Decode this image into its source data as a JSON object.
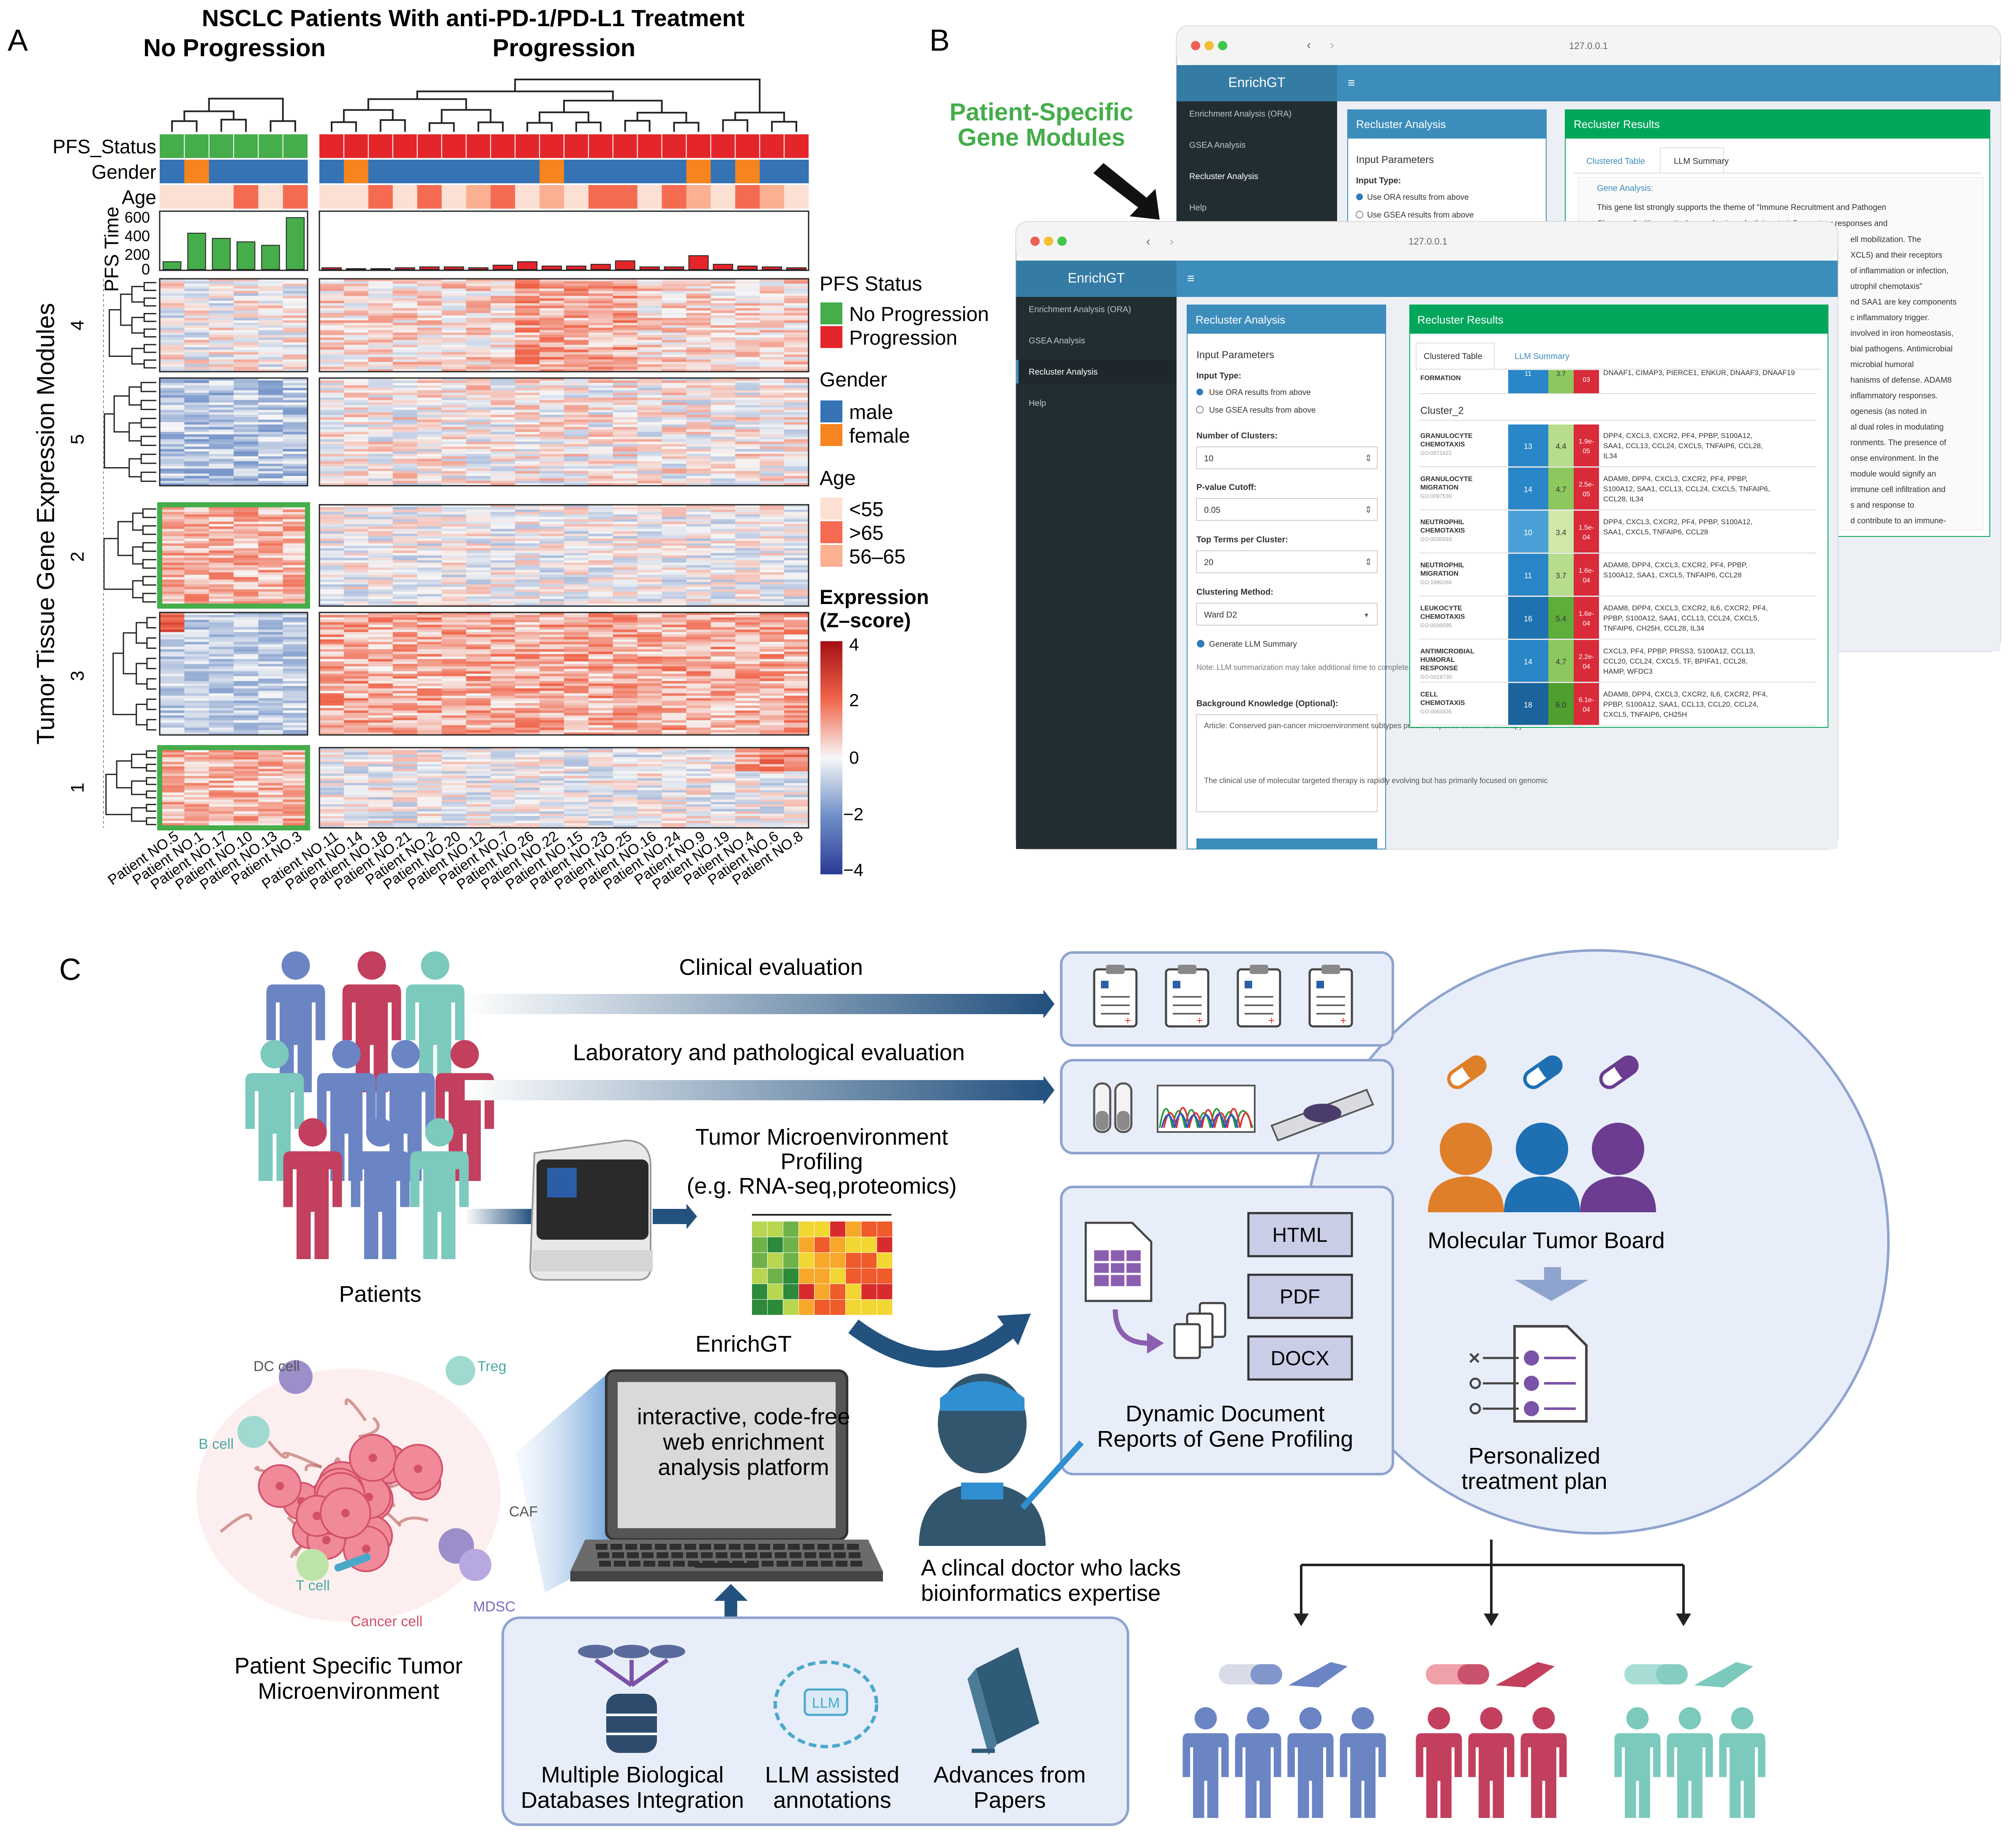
{
  "panel_labels": {
    "a": "A",
    "b": "B",
    "c": "C"
  },
  "panel_a": {
    "title": "NSCLC Patients With anti-PD-1/PD-L1 Treatment",
    "group_left": "No Progression",
    "group_right": "Progression",
    "track_labels": [
      "PFS_Status",
      "Gender",
      "Age"
    ],
    "pfs_time_label": "PFS Time",
    "pfs_ticks": [
      "600",
      "400",
      "200",
      "0"
    ],
    "y_axis_label": "Tumor Tissue Gene Expression Modules",
    "module_labels": [
      "4",
      "5",
      "2",
      "3",
      "1"
    ],
    "patients_left": [
      "Patient NO.5",
      "Patient NO.1",
      "Patient NO.17",
      "Patient NO.10",
      "Patient NO.13",
      "Patient NO.3"
    ],
    "patients_right": [
      "Patient NO.11",
      "Patient NO.14",
      "Patient NO.18",
      "Patient NO.21",
      "Patient NO.2",
      "Patient NO.20",
      "Patient NO.12",
      "Patient NO.7",
      "Patient NO.26",
      "Patient NO.22",
      "Patient NO.15",
      "Patient NO.23",
      "Patient NO.25",
      "Patient NO.16",
      "Patient NO.24",
      "Patient NO.9",
      "Patient NO.19",
      "Patient NO.4",
      "Patient NO.6",
      "Patient NO.8"
    ],
    "pfs_values_left": [
      90,
      420,
      360,
      320,
      280,
      600
    ],
    "pfs_values_right": [
      20,
      10,
      10,
      20,
      30,
      30,
      20,
      50,
      90,
      40,
      40,
      60,
      100,
      30,
      30,
      160,
      60,
      40,
      30,
      20
    ],
    "legend": {
      "pfs_title": "PFS Status",
      "pfs_items": [
        {
          "label": "No Progression",
          "color": "#45ad4a"
        },
        {
          "label": "Progression",
          "color": "#e4262b"
        }
      ],
      "gender_title": "Gender",
      "gender_items": [
        {
          "label": "male",
          "color": "#3573b5"
        },
        {
          "label": "female",
          "color": "#f6841f"
        }
      ],
      "age_title": "Age",
      "age_items": [
        {
          "label": "<55",
          "color": "#fde0d4"
        },
        {
          "label": ">65",
          "color": "#f56b52"
        },
        {
          "label": "56–65",
          "color": "#fbb091"
        }
      ],
      "expr_title_1": "Expression",
      "expr_title_2": "(Z–score)",
      "expr_ticks": [
        "4",
        "2",
        "0",
        "−2",
        "−4"
      ]
    },
    "colors": {
      "high": "#a50f15",
      "mid": "#f7f7f7",
      "low": "#2c3a96",
      "highlight": "#45ad4a"
    }
  },
  "panel_b": {
    "callout_1": "Patient-Specific",
    "callout_2": "Gene Modules",
    "url": "127.0.0.1",
    "app_name": "EnrichGT",
    "menu": [
      "Enrichment Analysis (ORA)",
      "GSEA Analysis",
      "Recluster Analysis",
      "Help"
    ],
    "recluster_title": "Recluster Analysis",
    "results_title": "Recluster Results",
    "input_parameters": "Input Parameters",
    "input_type": "Input Type:",
    "radio_ora": "Use ORA results from above",
    "radio_gsea": "Use GSEA results from above",
    "num_clusters_label": "Number of Clusters:",
    "num_clusters": "10",
    "pvalue_label": "P-value Cutoff:",
    "pvalue": "0.05",
    "top_terms_label": "Top Terms per Cluster:",
    "top_terms": "20",
    "clustering_label": "Clustering Method:",
    "clustering": "Ward D2",
    "generate_llm": "Generate LLM Summary",
    "note": "Note: LLM summarization may take additional time to complete.",
    "bg_label": "Background Knowledge (Optional):",
    "bg_text_1": "Article: Conserved pan-cancer microenvironment subtypes predict response to immunotherapy",
    "bg_text_2": "The clinical use of molecular targeted therapy is rapidly evolving but has primarily focused on genomic",
    "tab_clustered": "Clustered Table",
    "tab_llm": "LLM Summary",
    "cluster_header": "Cluster_2",
    "top_row_term": "FORMATION",
    "top_row_genes": "DNAAF1, CIMAP3, PIERCE1, ENKUR, DNAAF3, DNAAF19",
    "top_row_nums": [
      "11",
      "3.7",
      "03"
    ],
    "rows": [
      {
        "term": "GRANULOCYTE CHEMOTAXIS",
        "go": "GO:0071621",
        "n": "13",
        "fc": "4.4",
        "p": "1.9e-05",
        "genes": "DPP4, CXCL3, CXCR2, PF4, PPBP, S100A12, SAA1, CCL13, CCL24, CXCL5, TNFAIP6, CCL28, IL34"
      },
      {
        "term": "GRANULOCYTE MIGRATION",
        "go": "GO:0097530",
        "n": "14",
        "fc": "4.7",
        "p": "2.5e-05",
        "genes": "ADAM8, DPP4, CXCL3, CXCR2, PF4, PPBP, S100A12, SAA1, CCL13, CCL24, CXCL5, TNFAIP6, CCL28, IL34"
      },
      {
        "term": "NEUTROPHIL CHEMOTAXIS",
        "go": "GO:0030593",
        "n": "10",
        "fc": "3.4",
        "p": "1.5e-04",
        "genes": "DPP4, CXCL3, CXCR2, PF4, PPBP, S100A12, SAA1, CXCL5, TNFAIP6, CCL28"
      },
      {
        "term": "NEUTROPHIL MIGRATION",
        "go": "GO:1990266",
        "n": "11",
        "fc": "3.7",
        "p": "1.6e-04",
        "genes": "ADAM8, DPP4, CXCL3, CXCR2, PF4, PPBP, S100A12, SAA1, CXCL5, TNFAIP6, CCL28"
      },
      {
        "term": "LEUKOCYTE CHEMOTAXIS",
        "go": "GO:0030595",
        "n": "16",
        "fc": "5.4",
        "p": "1.6e-04",
        "genes": "ADAM8, DPP4, CXCL3, CXCR2, IL6, CXCR2, PF4, PPBP, S100A12, SAA1, CCL13, CCL24, CXCL5, TNFAIP6, CH25H, CCL28, IL34"
      },
      {
        "term": "ANTIMICROBIAL HUMORAL RESPONSE",
        "go": "GO:0019730",
        "n": "14",
        "fc": "4.7",
        "p": "2.2e-04",
        "genes": "CXCL3, PF4, PPBP, PRSS3, S100A12, CCL13, CCL20, CCL24, CXCL5, TF, BPIFA1, CCL28, HAMP, WFDC3"
      },
      {
        "term": "CELL CHEMOTAXIS",
        "go": "GO:0060326",
        "n": "18",
        "fc": "6.0",
        "p": "6.1e-04",
        "genes": "ADAM8, DPP4, CXCL3, CXCR2, IL6, CXCR2, PF4, PPBP, S100A12, SAA1, CCL13, CCL20, CCL24, CXCL5, TNFAIP6, CH25H"
      }
    ],
    "back_gene_analysis": "Gene Analysis:",
    "back_summary_1": "This gene list strongly supports the theme of \"Immune Recruitment and Pathogen",
    "back_summary_2": "Clearance\" with a particular emphasis on both innate inflammatory responses and",
    "back_right_lines": [
      "ell mobilization. The",
      "XCL5) and their receptors",
      "of inflammation or infection,",
      "utrophil chemotaxis\"",
      "nd SAA1 are key components",
      "c inflammatory trigger.",
      "involved in iron homeostasis,",
      "bial pathogens. Antimicrobial",
      "microbial humoral",
      "hanisms of defense. ADAM8",
      "inflammatory responses.",
      "ogenesis (as noted in",
      "al dual roles in modulating",
      "ronments. The presence of",
      "onse environment. In the",
      "module would signify an",
      "immune cell infiltration and",
      "s and response to",
      "d contribute to an immune-"
    ]
  },
  "panel_c": {
    "clinical_eval": "Clinical evaluation",
    "lab_eval": "Laboratory and pathological evaluation",
    "tme_1": "Tumor Microenvironment",
    "tme_2": "Profiling",
    "tme_3": "(e.g. RNA-seq,proteomics)",
    "patients": "Patients",
    "enrichgt": "EnrichGT",
    "laptop_1": "interactive, code-free",
    "laptop_2": "web enrichment",
    "laptop_3": "analysis platform",
    "doc_html": "HTML",
    "doc_pdf": "PDF",
    "doc_docx": "DOCX",
    "dyn_1": "Dynamic Document",
    "dyn_2": "Reports of Gene Profiling",
    "mtb": "Molecular Tumor Board",
    "plan_1": "Personalized",
    "plan_2": "treatment plan",
    "doctor_1": "A clincal doctor who lacks",
    "doctor_2": "bioinformatics expertise",
    "tme_title_1": "Patient Specific Tumor",
    "tme_title_2": "Microenvironment",
    "cells": {
      "dc": "DC cell",
      "treg": "Treg",
      "b": "B cell",
      "caf": "CAF",
      "t": "T cell",
      "mdsc": "MDSC",
      "cancer": "Cancer cell"
    },
    "db_1": "Multiple Biological",
    "db_2": "Databases Integration",
    "llm_1": "LLM assisted",
    "llm_2": "annotations",
    "papers_1": "Advances from",
    "papers_2": "Papers",
    "llm_chip": "LLM",
    "colors": {
      "blue": "#6b84c4",
      "red": "#c23f5e",
      "teal": "#7cc9bd",
      "orange": "#e07f2a",
      "dark_blue": "#1f6fb3",
      "purple": "#6b3c8f",
      "navy": "#234a73"
    }
  }
}
